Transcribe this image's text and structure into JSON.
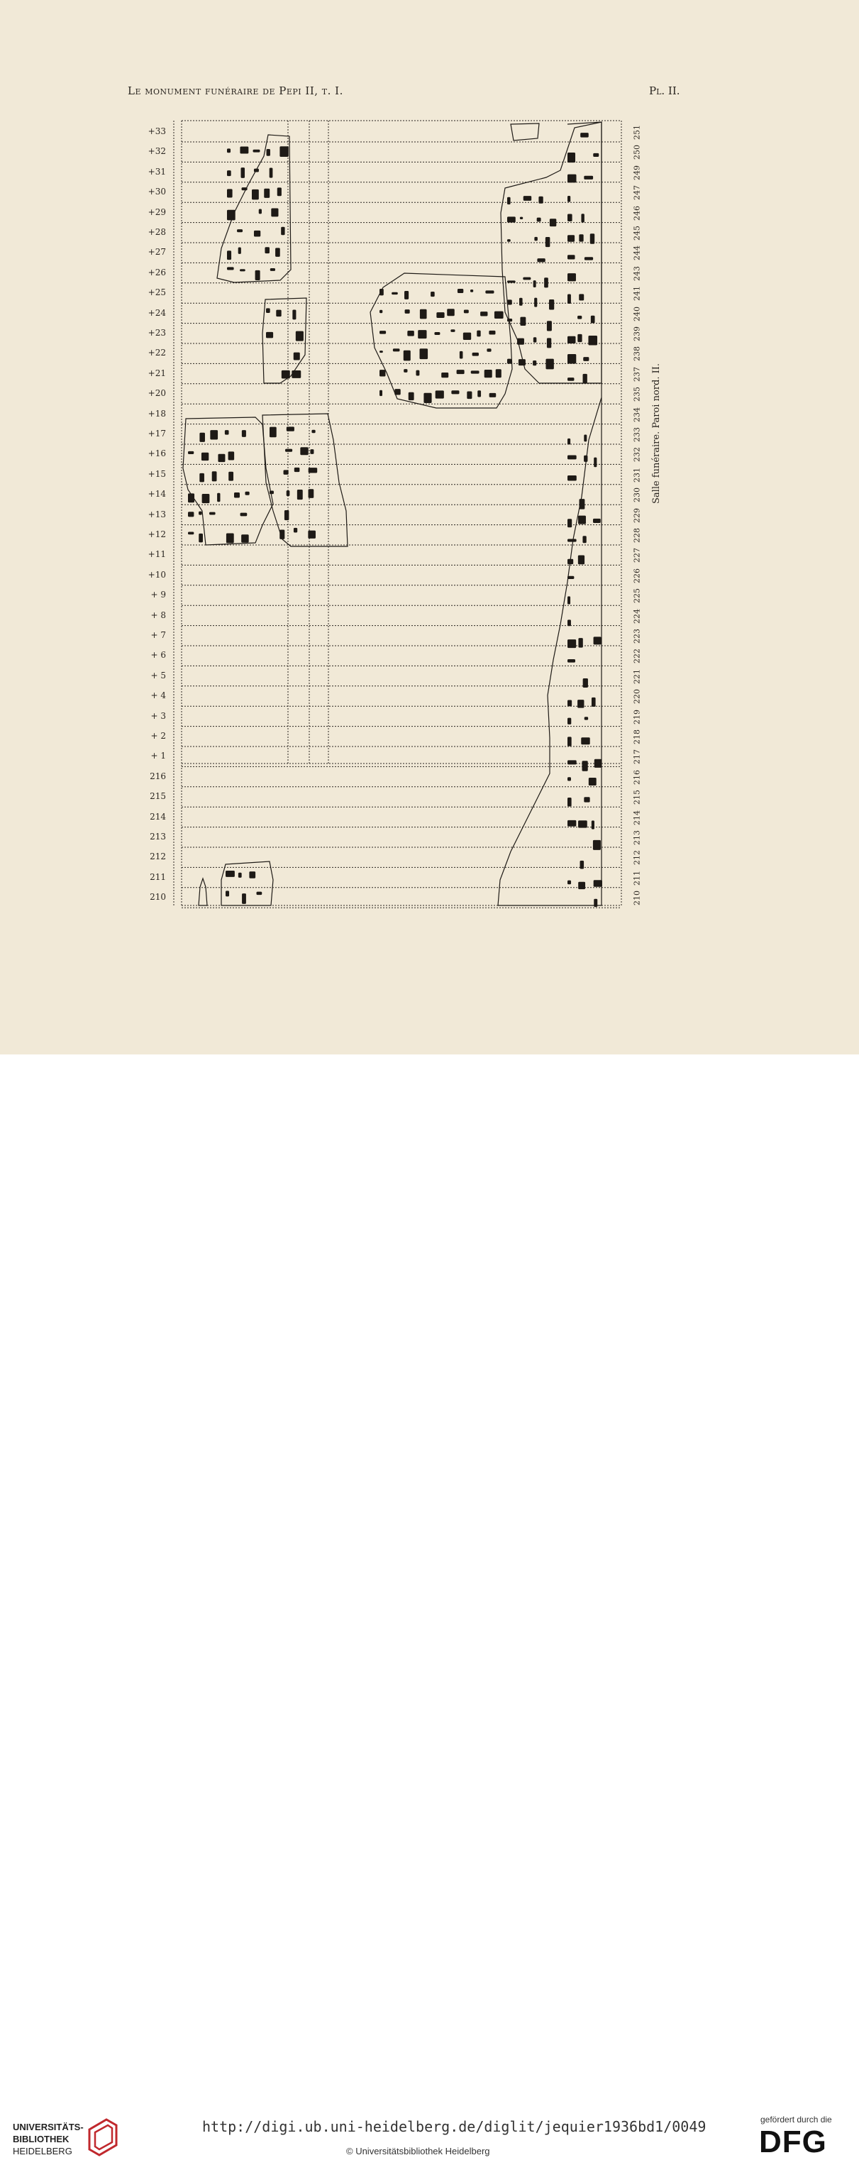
{
  "header": {
    "title": "Le monument funéraire de Pepi II, t. I.",
    "plate": "Pl. II."
  },
  "row_labels": [
    "+33",
    "+32",
    "+31",
    "+30",
    "+29",
    "+28",
    "+27",
    "+26",
    "+25",
    "+24",
    "+23",
    "+22",
    "+21",
    "+20",
    "+18",
    "+17",
    "+16",
    "+15",
    "+14",
    "+13",
    "+12",
    "+11",
    "+10",
    "+ 9",
    "+ 8",
    "+ 7",
    "+ 6",
    "+ 5",
    "+ 4",
    "+ 3",
    "+ 2",
    "+ 1",
    "216",
    "215",
    "214",
    "213",
    "212",
    "211",
    "210"
  ],
  "column_numbers": [
    "251",
    "250",
    "249",
    "247",
    "246",
    "245",
    "244",
    "243",
    "241",
    "240",
    "239",
    "238",
    "237",
    "235",
    "234",
    "233",
    "232",
    "231",
    "230",
    "229",
    "228",
    "227",
    "226",
    "225",
    "224",
    "223",
    "222",
    "221",
    "220",
    "219",
    "218",
    "217",
    "216",
    "215",
    "214",
    "213",
    "212",
    "211",
    "210"
  ],
  "side_caption": "Salle funéraire. Paroi nord. II.",
  "footer": {
    "library_line1": "UNIVERSITÄTS-",
    "library_line2": "BIBLIOTHEK",
    "library_line3": "HEIDELBERG",
    "url": "http://digi.ub.uni-heidelberg.de/diglit/jequier1936bd1/0049",
    "copyright": "© Universitätsbibliothek Heidelberg",
    "funding_note": "gefördert durch die",
    "funder": "DFG"
  }
}
